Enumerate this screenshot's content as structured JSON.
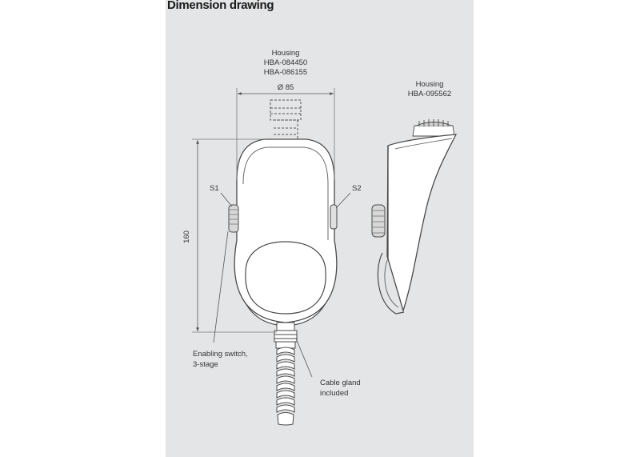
{
  "heading": "Dimension drawing",
  "labels": {
    "housing_left_title": "Housing",
    "housing_left_code1": "HBA-084450",
    "housing_left_code2": "HBA-086155",
    "diameter": "Ø 85",
    "height": "160",
    "s1": "S1",
    "s2": "S2",
    "housing_right_title": "Housing",
    "housing_right_code": "HBA-095562",
    "enabling_line1": "Enabling switch,",
    "enabling_line2": "3-stage",
    "gland_line1": "Cable gland",
    "gland_line2": "included"
  },
  "colors": {
    "panel": "#e4e5e6",
    "housing_fill": "#ffffff",
    "outline": "#4a4a4a",
    "dimension_line": "#777777"
  }
}
